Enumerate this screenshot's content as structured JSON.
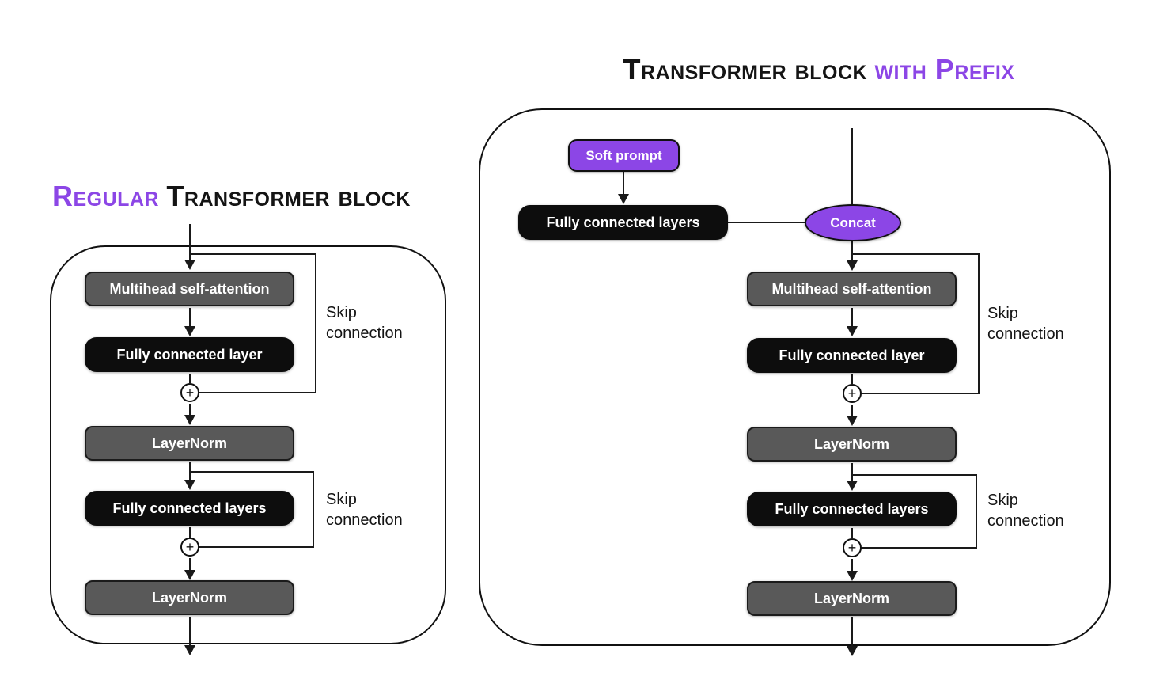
{
  "colors": {
    "purple": "#8C46E6",
    "gray": "#595959",
    "black-box": "#0d0d0d",
    "line": "#1a1a1a"
  },
  "icons": {
    "plus": "+"
  },
  "left_panel": {
    "title": {
      "highlight": "Regular",
      "rest": "Transformer block"
    },
    "nodes": {
      "multihead": "Multihead self-attention",
      "fully_connected_layer": "Fully connected layer",
      "layernorm_1": "LayerNorm",
      "fully_connected_layers": "Fully connected layers",
      "layernorm_2": "LayerNorm"
    },
    "skip_label_1": {
      "line1": "Skip",
      "line2": "connection"
    },
    "skip_label_2": {
      "line1": "Skip",
      "line2": "connection"
    }
  },
  "right_panel": {
    "title": {
      "rest": "Transformer block",
      "highlight": "with Prefix"
    },
    "nodes": {
      "soft_prompt": "Soft prompt",
      "fully_connected_layers_prefix": "Fully connected layers",
      "concat": "Concat",
      "multihead": "Multihead self-attention",
      "fully_connected_layer": "Fully connected layer",
      "layernorm_1": "LayerNorm",
      "fully_connected_layers": "Fully connected layers",
      "layernorm_2": "LayerNorm"
    },
    "skip_label_1": {
      "line1": "Skip",
      "line2": "connection"
    },
    "skip_label_2": {
      "line1": "Skip",
      "line2": "connection"
    }
  }
}
